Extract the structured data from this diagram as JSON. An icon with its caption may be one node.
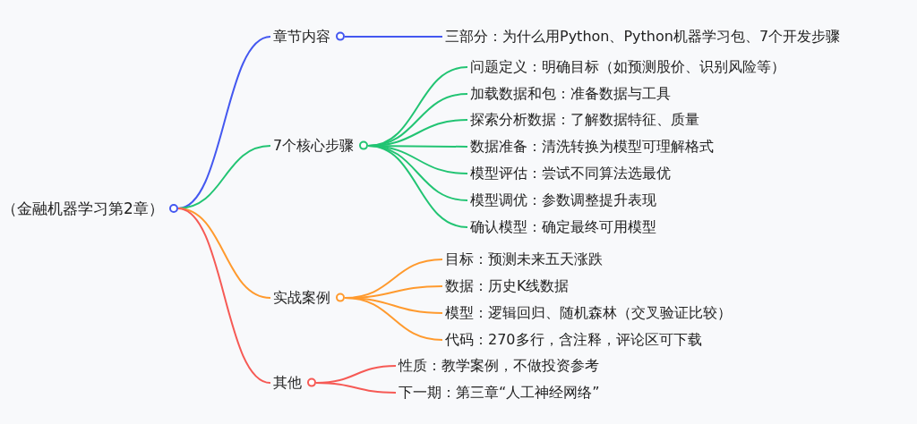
{
  "diagram": {
    "nodes": [
      {
        "text": [
          "（金融机器学习第2章）"
        ]
      },
      {
        "text": [
          "章节内容"
        ]
      },
      {
        "text": [
          "三部分：为什么用Python、Python机器学习包、7个开发步骤"
        ]
      },
      {
        "text": [
          "7个核心步骤"
        ]
      },
      {
        "text": [
          "问题定义：明确目标（如预测股价、识别风险等）"
        ]
      },
      {
        "text": [
          "加载数据和包：准备数据与工具"
        ]
      },
      {
        "text": [
          "探索分析数据：了解数据特征、质量"
        ]
      },
      {
        "text": [
          "数据准备：清洗转换为模型可理解格式"
        ]
      },
      {
        "text": [
          "模型评估：尝试不同算法选最优"
        ]
      },
      {
        "text": [
          "模型调优：参数调整提升表现"
        ]
      },
      {
        "text": [
          "确认模型：确定最终可用模型"
        ]
      },
      {
        "text": [
          "实战案例"
        ]
      },
      {
        "text": [
          "目标：预测未来五天涨跌"
        ]
      },
      {
        "text": [
          "数据：历史K线数据"
        ]
      },
      {
        "text": [
          "模型：逻辑回归、随机森林（交叉验证比较）"
        ]
      },
      {
        "text": [
          "代码：270多行，含注释，评论区可下载"
        ]
      },
      {
        "text": [
          "其他"
        ]
      },
      {
        "text": [
          "性质：教学案例，不做投资参考"
        ]
      },
      {
        "text": [
          "下一期：第三章“人工神经网络”"
        ]
      }
    ],
    "edges": [
      {
        "from": 0,
        "to": 1,
        "arrow": "none",
        "color": "#4458f0"
      },
      {
        "from": 0,
        "to": 3,
        "arrow": "none",
        "color": "#22c473"
      },
      {
        "from": 0,
        "to": 11,
        "arrow": "none",
        "color": "#ff9a2e"
      },
      {
        "from": 0,
        "to": 16,
        "arrow": "none",
        "color": "#f65a55"
      },
      {
        "from": 1,
        "to": 2,
        "arrow": "none",
        "color": "#4458f0"
      },
      {
        "from": 3,
        "to": 4,
        "arrow": "none",
        "color": "#22c473"
      },
      {
        "from": 3,
        "to": 5,
        "arrow": "none",
        "color": "#22c473"
      },
      {
        "from": 3,
        "to": 6,
        "arrow": "none",
        "color": "#22c473"
      },
      {
        "from": 3,
        "to": 7,
        "arrow": "none",
        "color": "#22c473"
      },
      {
        "from": 3,
        "to": 8,
        "arrow": "none",
        "color": "#22c473"
      },
      {
        "from": 3,
        "to": 9,
        "arrow": "none",
        "color": "#22c473"
      },
      {
        "from": 3,
        "to": 10,
        "arrow": "none",
        "color": "#22c473"
      },
      {
        "from": 11,
        "to": 12,
        "arrow": "none",
        "color": "#ff9a2e"
      },
      {
        "from": 11,
        "to": 13,
        "arrow": "none",
        "color": "#ff9a2e"
      },
      {
        "from": 11,
        "to": 14,
        "arrow": "none",
        "color": "#ff9a2e"
      },
      {
        "from": 11,
        "to": 15,
        "arrow": "none",
        "color": "#ff9a2e"
      },
      {
        "from": 16,
        "to": 17,
        "arrow": "none",
        "color": "#f65a55"
      },
      {
        "from": 16,
        "to": 18,
        "arrow": "none",
        "color": "#f65a55"
      }
    ]
  }
}
